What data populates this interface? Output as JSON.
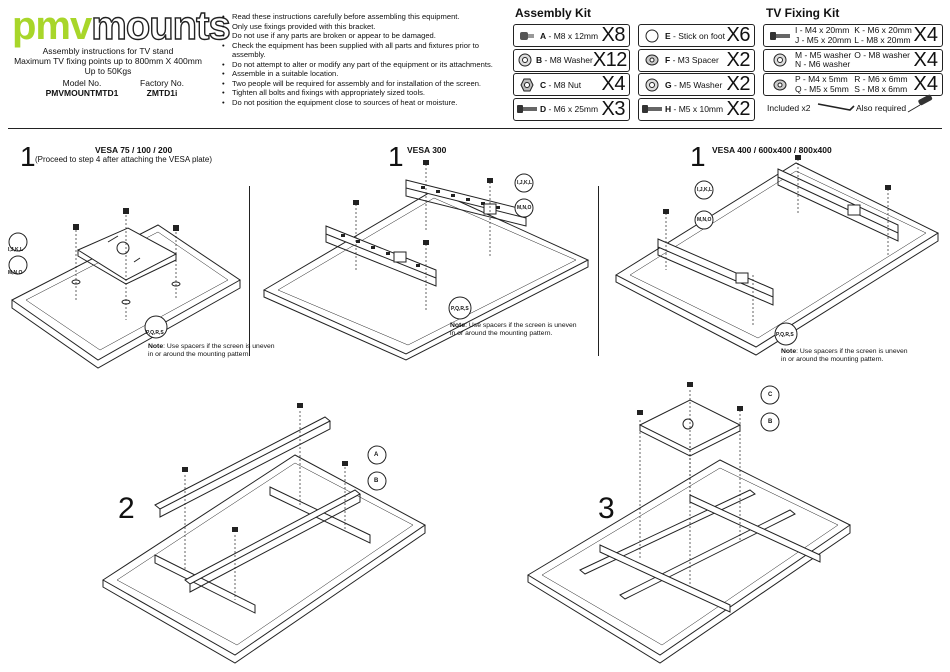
{
  "header": {
    "logo_part1": "pmv",
    "logo_part2": "mounts",
    "line1": "Assembly instructions for TV stand",
    "line2": "Maximum TV fixing points up to 800mm X 400mm",
    "line3": "Up to 50Kgs",
    "model_label": "Model No.",
    "model_value": "PMVMOUNTMTD1",
    "factory_label": "Factory No.",
    "factory_value": "ZMTD1i"
  },
  "instructions": [
    "Read these instructions carefully before assembling this equipment.",
    "Only use fixings provided with this bracket.",
    "Do not use if any parts are broken or appear to be damaged.",
    "Check the equipment has been supplied with all parts and fixtures prior to assembly.",
    "Do not attempt to alter or modify any part of the equipment or its attachments.",
    "Assemble in a suitable location.",
    "Two people will be required for assembly and for installation of the screen.",
    "Tighten all bolts and fixings with appropriately sized tools.",
    "Do not position the equipment close to sources of heat or moisture."
  ],
  "assembly_kit": {
    "title": "Assembly Kit",
    "items": [
      {
        "code": "A",
        "desc": "M8 x 12mm",
        "qty": "X8",
        "icon": "bolt-icon"
      },
      {
        "code": "E",
        "desc": "Stick on foot",
        "qty": "X6",
        "icon": "foot-icon"
      },
      {
        "code": "B",
        "desc": "M8 Washer",
        "qty": "X12",
        "icon": "washer-icon"
      },
      {
        "code": "F",
        "desc": "M3 Spacer",
        "qty": "X2",
        "icon": "spacer-icon"
      },
      {
        "code": "C",
        "desc": "M8 Nut",
        "qty": "X4",
        "icon": "nut-icon"
      },
      {
        "code": "G",
        "desc": "M5 Washer",
        "qty": "X2",
        "icon": "washer-icon"
      },
      {
        "code": "D",
        "desc": "M6 x 25mm",
        "qty": "X3",
        "icon": "screw-icon"
      },
      {
        "code": "H",
        "desc": "M5 x 10mm",
        "qty": "X2",
        "icon": "screw-icon"
      }
    ]
  },
  "tv_fixing_kit": {
    "title": "TV Fixing Kit",
    "rows": [
      {
        "left": [
          "I - M4 x 20mm",
          "J - M5 x 20mm"
        ],
        "right": [
          "K - M6 x 20mm",
          "L - M8 x 20mm"
        ],
        "qty": "X4",
        "icon": "screw-icon"
      },
      {
        "left": [
          "M - M5 washer",
          "N - M6 washer"
        ],
        "right": [
          "O - M8 washer",
          ""
        ],
        "qty": "X4",
        "icon": "washer-icon"
      },
      {
        "left": [
          "P - M4 x 5mm",
          "Q - M5 x 5mm"
        ],
        "right": [
          "R - M6 x 6mm",
          "S - M8 x 6mm"
        ],
        "qty": "X4",
        "icon": "spacer-icon"
      }
    ],
    "included": "Included x2",
    "also_required": "Also required"
  },
  "steps": {
    "s1a": {
      "num": "1",
      "title": "VESA 75 / 100 / 200",
      "sub": "(Proceed to step 4 after attaching the VESA plate)"
    },
    "s1b": {
      "num": "1",
      "title": "VESA 300"
    },
    "s1c": {
      "num": "1",
      "title": "VESA 400 / 600x400 / 800x400"
    },
    "s2": {
      "num": "2"
    },
    "s3": {
      "num": "3"
    }
  },
  "note": {
    "label": "Note",
    "text": ": Use spacers if the screen is uneven",
    "text2": "in or around the mounting pattern."
  },
  "part_labels": {
    "ijkl": "I,J,K,L",
    "mno": "M,N,O",
    "pqrs": "P,Q,R,S",
    "a": "A",
    "b": "B",
    "c": "C"
  },
  "colors": {
    "logo_green": "#a8d62a",
    "ink": "#111111"
  }
}
